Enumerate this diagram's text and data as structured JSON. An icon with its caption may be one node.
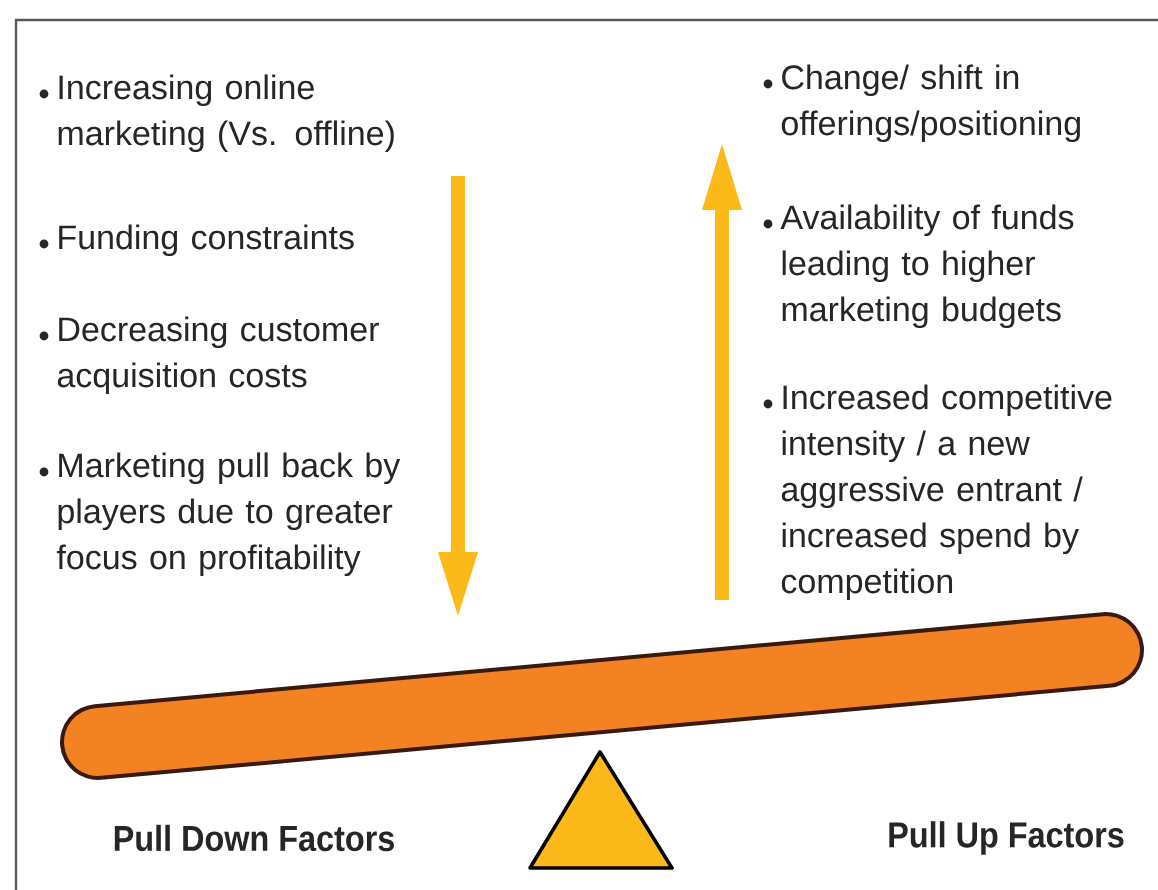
{
  "diagram": {
    "labels": [
      "Increasing online marketing (Vs. offline)",
      "Funding constraints",
      "Decreasing customer acquisition costs",
      "Marketing pull back by players due to greater focus on profitability",
      "Change/ shift in offerings/positioning",
      "Availability of funds leading to higher marketing budgets",
      "Increased competitive intensity / a new aggressive entrant / increased spend by competition",
      "Pull Down Factors",
      "Pull Up Factors"
    ]
  }
}
